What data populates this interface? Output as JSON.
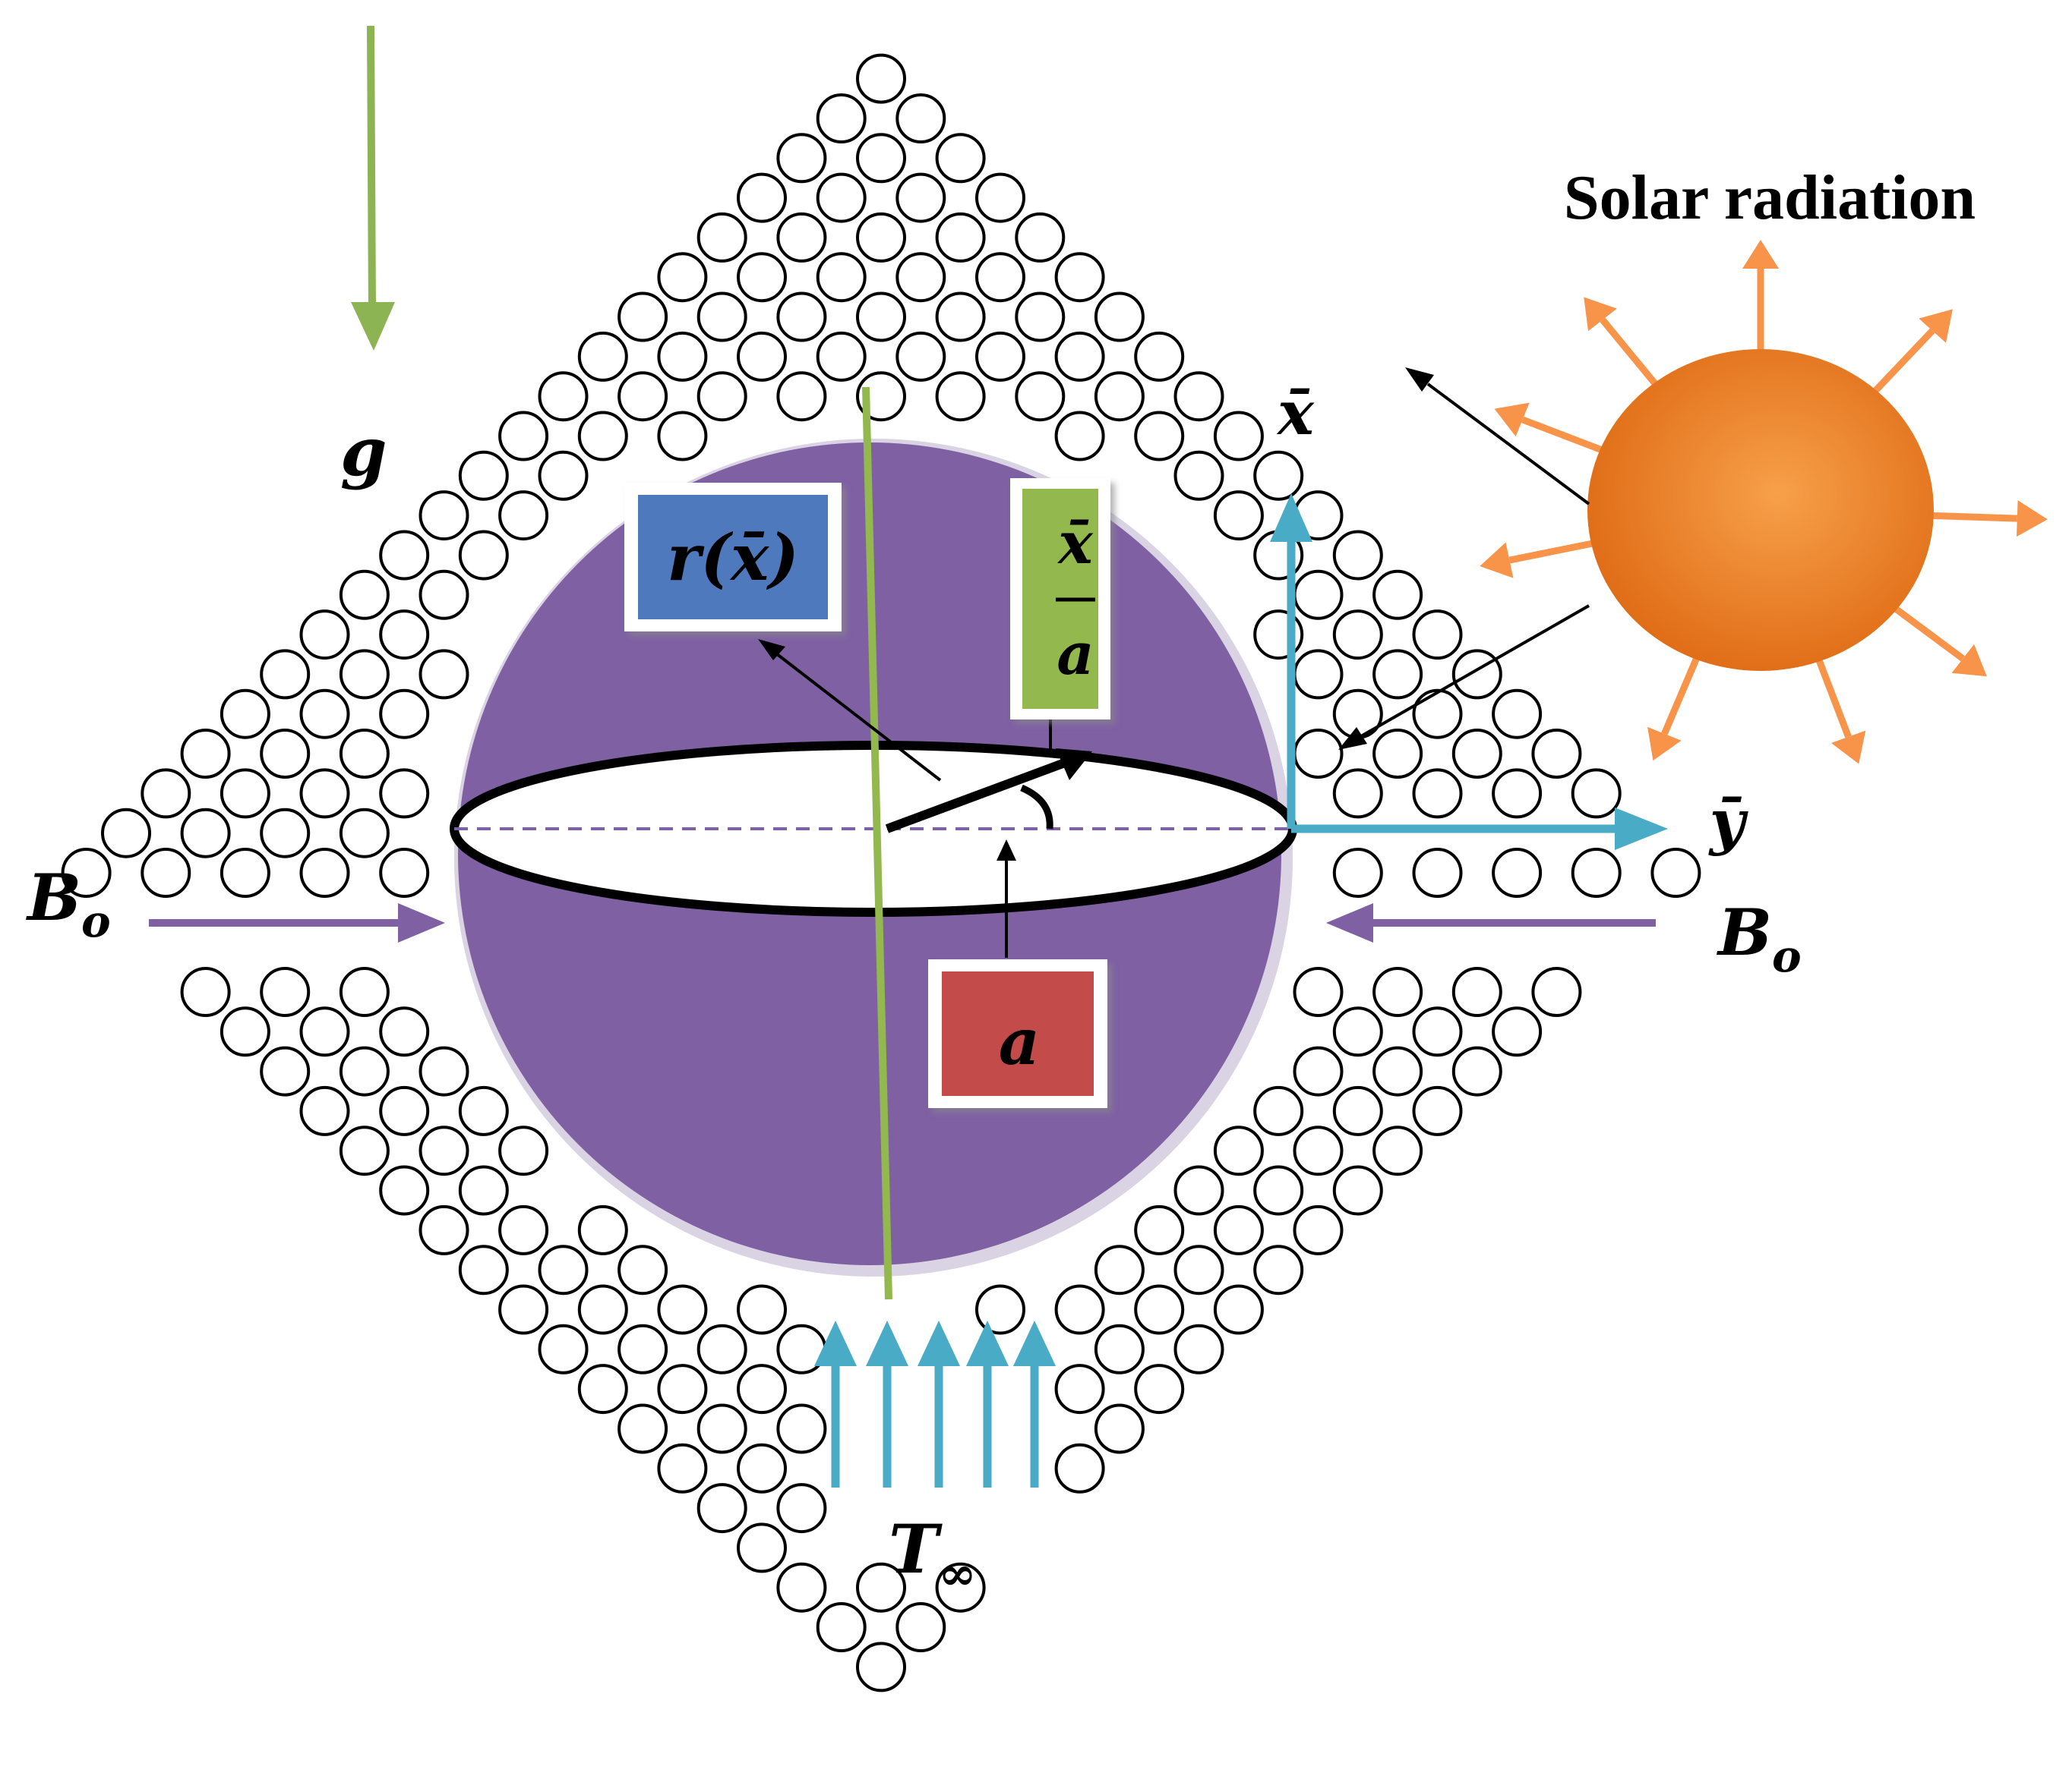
{
  "labels": {
    "gravity": "g",
    "solar": "Solar radiation",
    "x_axis": "x̄",
    "y_axis": "ȳ",
    "field_left": "B",
    "field_left_sub": "o",
    "field_right": "B",
    "field_right_sub": "o",
    "ambient": "T",
    "ambient_sub": "∞",
    "radius_box": "r(x̄)",
    "ratio_num": "x̄",
    "ratio_den": "a",
    "radius_a": "a"
  },
  "colors": {
    "sphere": "#7e60a3",
    "gravity_arrow": "#8db452",
    "axis_arrow": "#4aabc6",
    "field_arrow": "#7e60a3",
    "sun_light": "#f7a04a",
    "sun_dark": "#df6a14",
    "ray": "#f7944a",
    "box_blue": "#4f79bd",
    "box_green": "#93b84e",
    "box_red": "#c34c48"
  }
}
